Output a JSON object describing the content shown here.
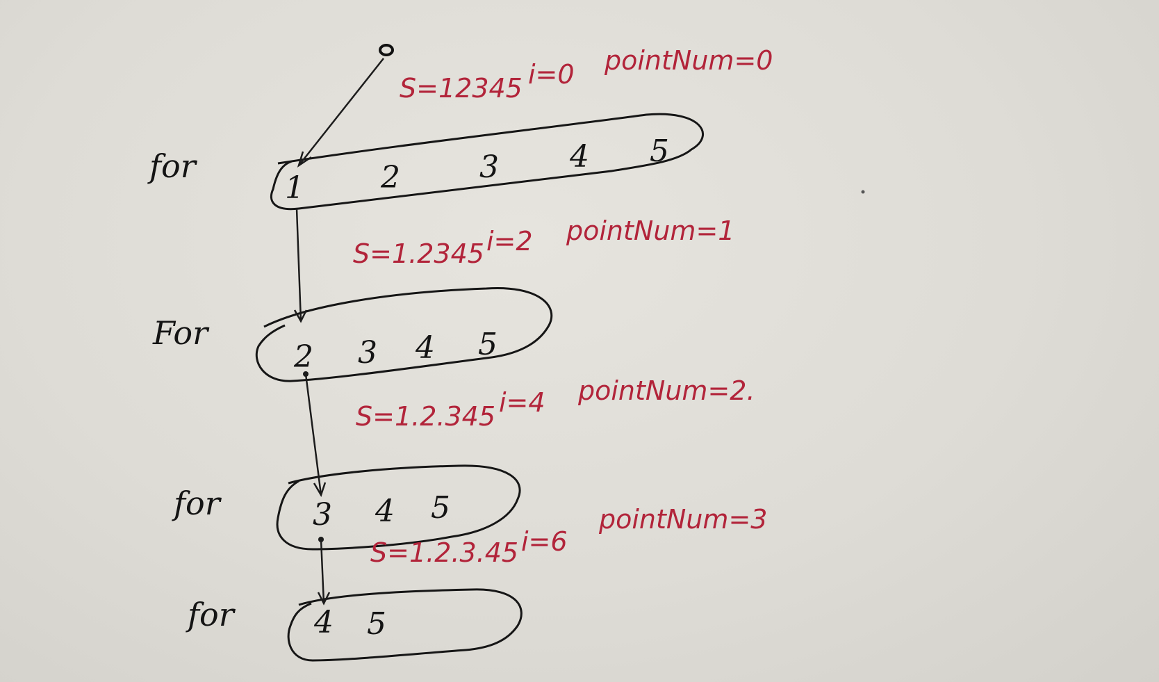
{
  "diagram": {
    "start_marker": "o",
    "levels": [
      {
        "for_label": "for",
        "digits": [
          "1",
          "2",
          "3",
          "4",
          "5"
        ],
        "state": {
          "s": "S=12345",
          "i": "i=0",
          "point_num": "pointNum=0"
        }
      },
      {
        "for_label": "For",
        "digits": [
          "2",
          "3",
          "4",
          "5"
        ],
        "state": {
          "s": "S=1.2345",
          "i": "i=2",
          "point_num": "pointNum=1"
        }
      },
      {
        "for_label": "for",
        "digits": [
          "3",
          "4",
          "5"
        ],
        "state": {
          "s": "S=1.2.345",
          "i": "i=4",
          "point_num": "pointNum=2."
        }
      },
      {
        "for_label": "for",
        "digits": [
          "4",
          "5"
        ],
        "state": {
          "s": "S=1.2.3.45",
          "i": "i=6",
          "point_num": "pointNum=3"
        }
      }
    ]
  },
  "colors": {
    "paper": "#dedcd6",
    "black_ink": "#141414",
    "red_ink": "#b2243a"
  }
}
